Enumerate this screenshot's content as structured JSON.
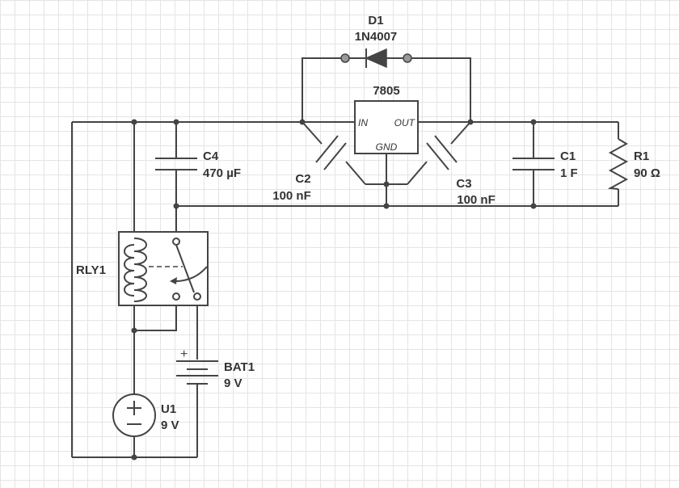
{
  "components": {
    "d1": {
      "ref": "D1",
      "value": "1N4007"
    },
    "reg": {
      "value": "7805",
      "pin_in": "IN",
      "pin_out": "OUT",
      "pin_gnd": "GND"
    },
    "c4": {
      "ref": "C4",
      "value": "470 µF"
    },
    "c2": {
      "ref": "C2",
      "value": "100 nF"
    },
    "c3": {
      "ref": "C3",
      "value": "100 nF"
    },
    "c1": {
      "ref": "C1",
      "value": "1 F"
    },
    "r1": {
      "ref": "R1",
      "value": "90 Ω"
    },
    "rly1": {
      "ref": "RLY1"
    },
    "bat1": {
      "ref": "BAT1",
      "value": "9 V",
      "plus": "+"
    },
    "u1": {
      "ref": "U1",
      "value": "9 V"
    }
  }
}
